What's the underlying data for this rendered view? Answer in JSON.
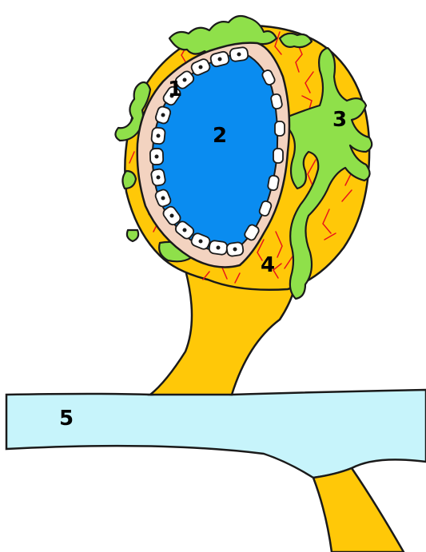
{
  "labels": {
    "one": "1",
    "two": "2",
    "three": "3",
    "four": "4",
    "five": "5"
  },
  "colors": {
    "outline": "#1a1a1a",
    "yolk_yellow": "#ffc808",
    "cavity_blue": "#0a8cf0",
    "membrane_pink": "#f3d3c0",
    "cell_white": "#ffffff",
    "green_villi": "#8fe04a",
    "red_vessels": "#e8141a",
    "vessel_lightblue": "#c7f4fb"
  }
}
